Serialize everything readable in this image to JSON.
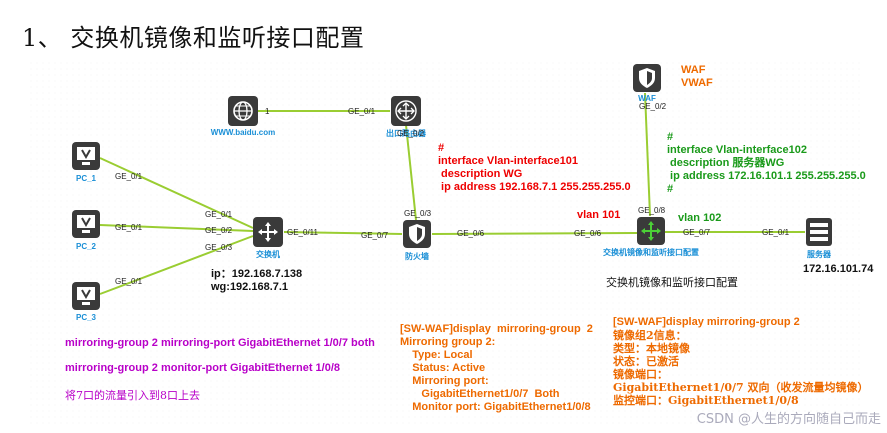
{
  "title": "1、 交换机镜像和监听接口配置",
  "devices": {
    "internet": {
      "label": "WWW.baidu.com",
      "icon": "globe-icon"
    },
    "exit_router": {
      "label": "出口路由器",
      "icon": "router-icon"
    },
    "waf": {
      "label": "WAF",
      "icon": "waf-icon"
    },
    "pc1": {
      "label": "PC_1",
      "icon": "monitor-icon"
    },
    "pc2": {
      "label": "PC_2",
      "icon": "monitor-icon"
    },
    "pc3": {
      "label": "PC_3",
      "icon": "monitor-icon"
    },
    "switch": {
      "label": "交换机",
      "icon": "switch-icon"
    },
    "firewall": {
      "label": "防火墙",
      "icon": "firewall-icon"
    },
    "mirror_switch": {
      "label": "交换机镜像和监听接口配置",
      "icon": "l3-switch-icon"
    },
    "server": {
      "label": "服务器",
      "icon": "server-icon"
    }
  },
  "ports": {
    "internet_1": "1",
    "router_ge01": "GE_0/1",
    "router_ge02": "GE_0/2",
    "fw_ge03": "GE_0/3",
    "pc1_ge01": "GE_0/1",
    "sw_ge01": "GE_0/1",
    "pc2_ge01": "GE_0/1",
    "sw_ge02": "GE_0/2",
    "pc3_ge01": "GE_0/1",
    "sw_ge03": "GE_0/3",
    "sw_ge011": "GE_0/11",
    "fw_ge07": "GE_0/7",
    "fw_ge06": "GE_0/6",
    "msw_ge06": "GE_0/6",
    "waf_ge02": "GE_0/2",
    "msw_ge08": "GE_0/8",
    "msw_ge07": "GE_0/7",
    "srv_ge01": "GE_0/1"
  },
  "notes": {
    "waf_side": "WAF\nVWAF",
    "fw_config": "#\ninterface Vlan-interface101\n description WG\n ip address 192.168.7.1 255.255.255.0",
    "vlan101": "vlan 101",
    "vlan102": "vlan 102",
    "msw_config": "#\ninterface Vlan-interface102\n description 服务器WG\n ip address 172.16.101.1 255.255.255.0\n#",
    "switch_ip": "ip：192.168.7.138\nwg:192.168.7.1",
    "server_ip": "172.16.101.74",
    "mirror_caption": "交换机镜像和监听接口配置",
    "purple_line1": "mirroring-group  2 mirroring-port  GigabitEthernet  1/0/7 both",
    "purple_line2": "mirroring-group 2 monitor-port  GigabitEthernet  1/0/8",
    "purple_line3": "将7口的流量引入到8口上去",
    "orange_block": "[SW-WAF]display  mirroring-group  2\nMirroring group 2:\n    Type: Local\n    Status: Active\n    Mirroring port:\n       GigabitEthernet1/0/7  Both\n    Monitor port: GigabitEthernet1/0/8",
    "cn_block_line1": "[SW-WAF]display mirroring-group 2",
    "cn_block_line2": "镜像组2信息：",
    "cn_block_line3": "类型：本地镜像",
    "cn_block_line4": "状态：已激活",
    "cn_block_line5": "镜像端口：",
    "cn_block_line6": "GigabitEthernet1/0/7 双向（收发流量均镜像）",
    "cn_block_line7": "监控端口：GigabitEthernet1/0/8"
  },
  "watermark": "CSDN @人生的方向随自己而走",
  "colors": {
    "link": "#9acd32",
    "link_dark": "#7cbf2a",
    "device_label": "#1a8fd6",
    "red": "#e00000",
    "green": "#1a9a1a",
    "orange": "#ee6a00",
    "purple": "#b800c8"
  }
}
